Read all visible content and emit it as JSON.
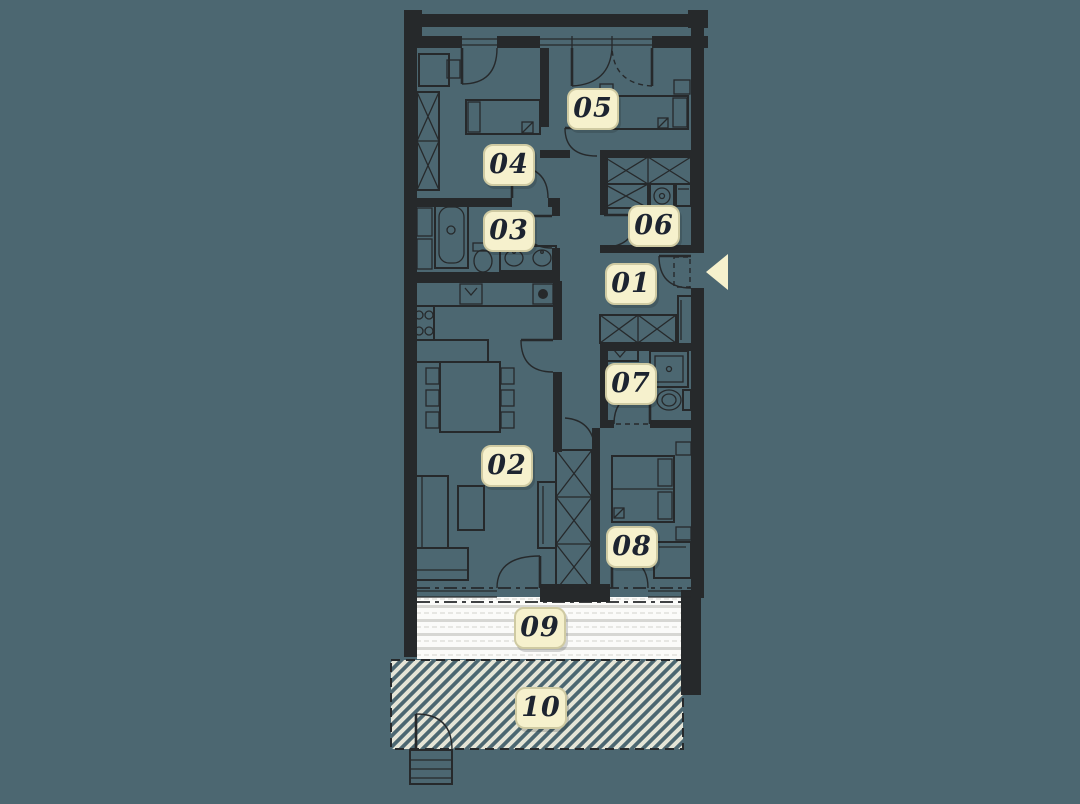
{
  "palette": {
    "background": "#4c6771",
    "wall": "#26292b",
    "label_bg": "#f6f1cd",
    "label_border": "#cfcaa2",
    "label_text": "#1d2430",
    "deck_fill": "#fbfbf9",
    "deck_stripe": "#d7d7d3",
    "deck_stripe_dotted": "#e7e7e3",
    "hatch_line": "#e5e5d7",
    "entry_arrow": "#f6f1cd"
  },
  "plan": {
    "type": "apartment-floor-plan",
    "entry_arrow_icon": "entry-arrow-left",
    "rooms": [
      {
        "id": "r01",
        "label": "01"
      },
      {
        "id": "r02",
        "label": "02"
      },
      {
        "id": "r03",
        "label": "03"
      },
      {
        "id": "r04",
        "label": "04"
      },
      {
        "id": "r05",
        "label": "05"
      },
      {
        "id": "r06",
        "label": "06"
      },
      {
        "id": "r07",
        "label": "07"
      },
      {
        "id": "r08",
        "label": "08"
      },
      {
        "id": "r09",
        "label": "09"
      },
      {
        "id": "r10",
        "label": "10"
      }
    ]
  }
}
